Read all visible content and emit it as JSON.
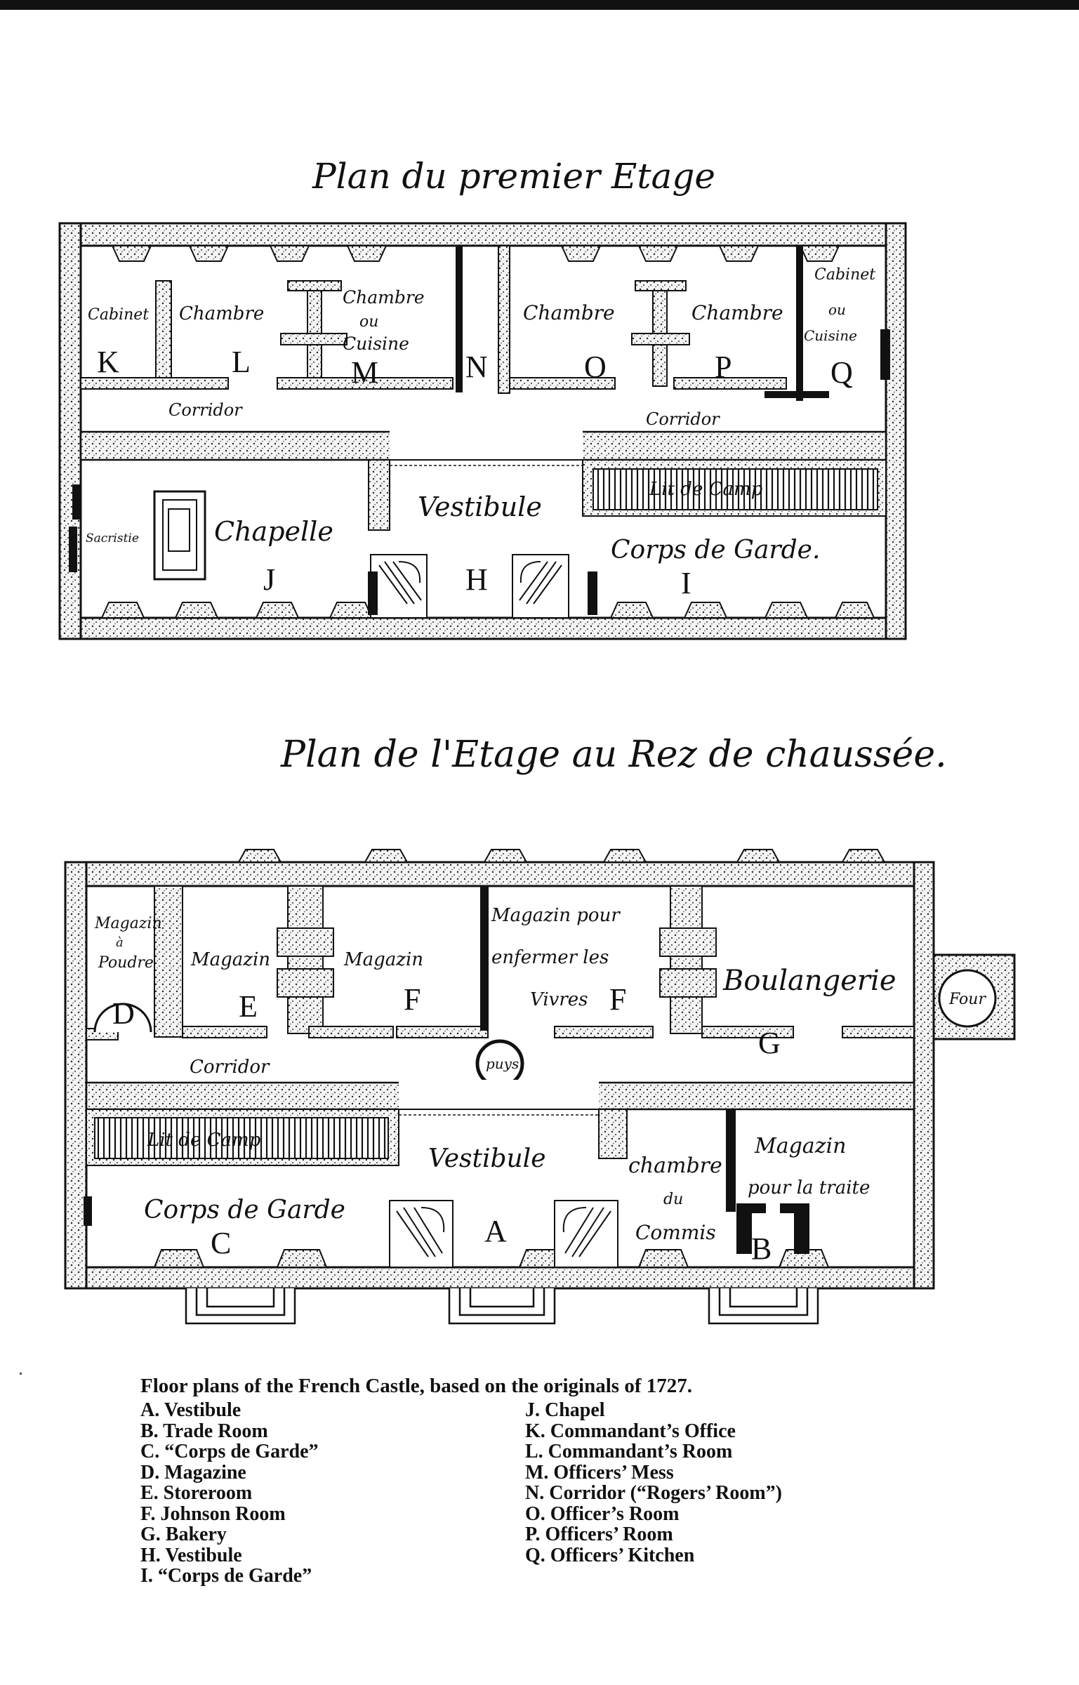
{
  "titles": {
    "upper": "Plan du premier Etage",
    "lower": "Plan de l'Etage au Rez de chaussée."
  },
  "upper_plan": {
    "labels": {
      "cabinet": "Cabinet",
      "chambre1": "Chambre",
      "chambre_cuisine": [
        "Chambre",
        "ou",
        "Cuisine"
      ],
      "chambre2": "Chambre",
      "chambre3": "Chambre",
      "cabinet_cuisine": [
        "Cabinet",
        "ou",
        "Cuisine"
      ],
      "corridor1": "Corridor",
      "corridor2": "Corridor",
      "lit_de_camp": "Lit de Camp",
      "vestibule": "Vestibule",
      "sacristie": "Sacristie",
      "chapelle": "Chapelle",
      "corps_de_garde": "Corps de Garde."
    },
    "letters": {
      "K": "K",
      "L": "L",
      "M": "M",
      "N": "N",
      "O": "O",
      "P": "P",
      "Q": "Q",
      "J": "J",
      "H": "H",
      "I": "I"
    }
  },
  "lower_plan": {
    "labels": {
      "magazin_poudre": [
        "Magazin",
        "à",
        "Poudre"
      ],
      "magazin_e": "Magazin",
      "magazin_f": "Magazin",
      "magazin_vivres": [
        "Magazin pour",
        "enfermer les",
        "Vivres"
      ],
      "boulangerie": "Boulangerie",
      "four": "Four",
      "corridor": "Corridor",
      "puys": "puys",
      "lit_de_camp": "Lit de Camp",
      "vestibule": "Vestibule",
      "chambre_commis": [
        "chambre",
        "du",
        "Commis"
      ],
      "magazin_traite": [
        "Magazin",
        "pour la traite"
      ],
      "corps_de_garde": "Corps de Garde"
    },
    "letters": {
      "D": "D",
      "E": "E",
      "F1": "F",
      "F2": "F",
      "G": "G",
      "C": "C",
      "A": "A",
      "B": "B"
    }
  },
  "caption": "Floor plans of the French Castle, based on the originals of 1727.",
  "legend_left": [
    "A. Vestibule",
    "B. Trade Room",
    "C. “Corps de Garde”",
    "D. Magazine",
    "E. Storeroom",
    "F. Johnson Room",
    "G. Bakery",
    "H. Vestibule",
    "I. “Corps de Garde”"
  ],
  "legend_right": [
    "J. Chapel",
    "K. Commandant’s Office",
    "L. Commandant’s Room",
    "M. Officers’ Mess",
    "N. Corridor (“Rogers’ Room”)",
    "O. Officer’s Room",
    "P. Officers’ Room",
    "Q. Officers’ Kitchen"
  ]
}
